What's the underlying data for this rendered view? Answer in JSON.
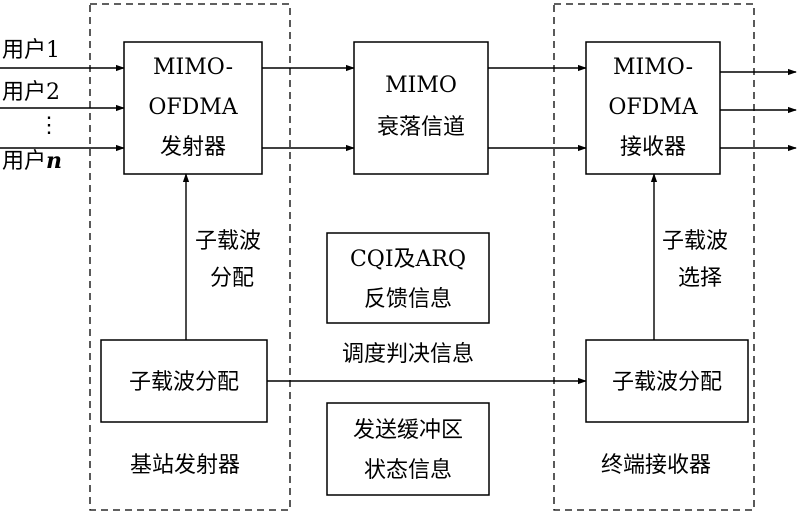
{
  "inputs": {
    "user1": "用户1",
    "user2": "用户2",
    "dots": "⋮",
    "usern_prefix": "用户",
    "usern_var": "n"
  },
  "tx_block": {
    "line1": "MIMO-",
    "line2": "OFDMA",
    "line3": "发射器"
  },
  "channel_block": {
    "line1": "MIMO",
    "line2": "衰落信道"
  },
  "rx_block": {
    "line1": "MIMO-",
    "line2": "OFDMA",
    "line3": "接收器"
  },
  "left_alloc_label": {
    "line1": "子载波",
    "line2": "分配"
  },
  "right_select_label": {
    "line1": "子载波",
    "line2": "选择"
  },
  "cqi_box": {
    "line1": "CQI及ARQ",
    "line2": "反馈信息"
  },
  "schedule_label": "调度判决信息",
  "left_alloc_box": "子载波分配",
  "right_alloc_box": "子载波分配",
  "buffer_box": {
    "line1": "发送缓冲区",
    "line2": "状态信息"
  },
  "bs_caption": "基站发射器",
  "ut_caption": "终端接收器"
}
